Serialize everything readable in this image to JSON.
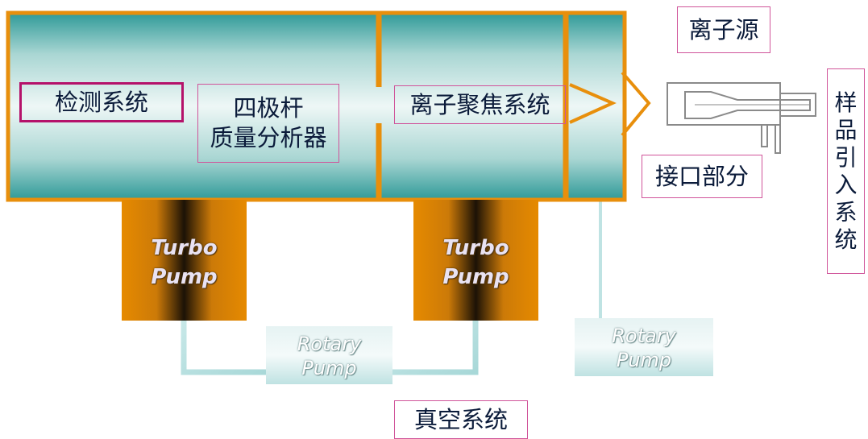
{
  "labels": {
    "detection_system": "检测系统",
    "quadrupole_line1": "四极杆",
    "quadrupole_line2": "质量分析器",
    "ion_focusing": "离子聚焦系统",
    "ion_source": "离子源",
    "interface": "接口部分",
    "sample_intro": [
      "样",
      "品",
      "引",
      "入",
      "系",
      "统"
    ],
    "vacuum_system": "真空系统"
  },
  "pumps": {
    "turbo_1": {
      "line1": "Turbo",
      "line2": "Pump"
    },
    "turbo_2": {
      "line1": "Turbo",
      "line2": "Pump"
    },
    "rotary_1": {
      "line1": "Rotary",
      "line2": "Pump"
    },
    "rotary_2": {
      "line1": "Rotary",
      "line2": "Pump"
    }
  },
  "colors": {
    "chamber_border": "#e88f0c",
    "teal_dark": "#2f9a98",
    "teal_light": "#e6f4f2",
    "pump_orange": "#e68a00",
    "label_border": "#d0549a",
    "detection_border": "#b5126a",
    "text": "#0b1b3a"
  }
}
